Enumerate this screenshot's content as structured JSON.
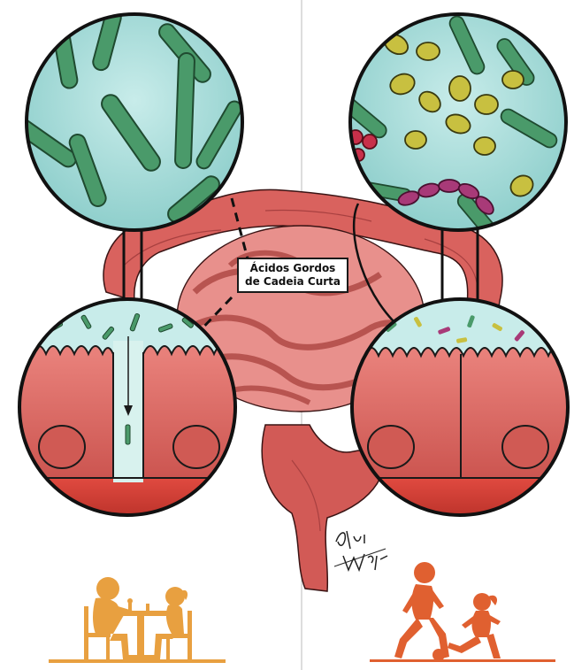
{
  "label": {
    "line1": "Ácidos Gordos",
    "line2": "de Cadeia Curta"
  },
  "signature": "Rui Walt",
  "icons": {
    "left_silhouette": "two-people-playing-chess-icon",
    "right_silhouette": "adult-and-child-playing-football-icon"
  },
  "colors": {
    "bacteria_green": "#4a9a6a",
    "bacteria_yellow": "#c8c040",
    "bacteria_magenta": "#a83a78",
    "bacteria_red": "#c8304a",
    "lumen_cyan": "#a8dcd8",
    "intestine_pink": "#e07a78",
    "left_silhouette": "#e8a040",
    "right_silhouette": "#e06030"
  }
}
